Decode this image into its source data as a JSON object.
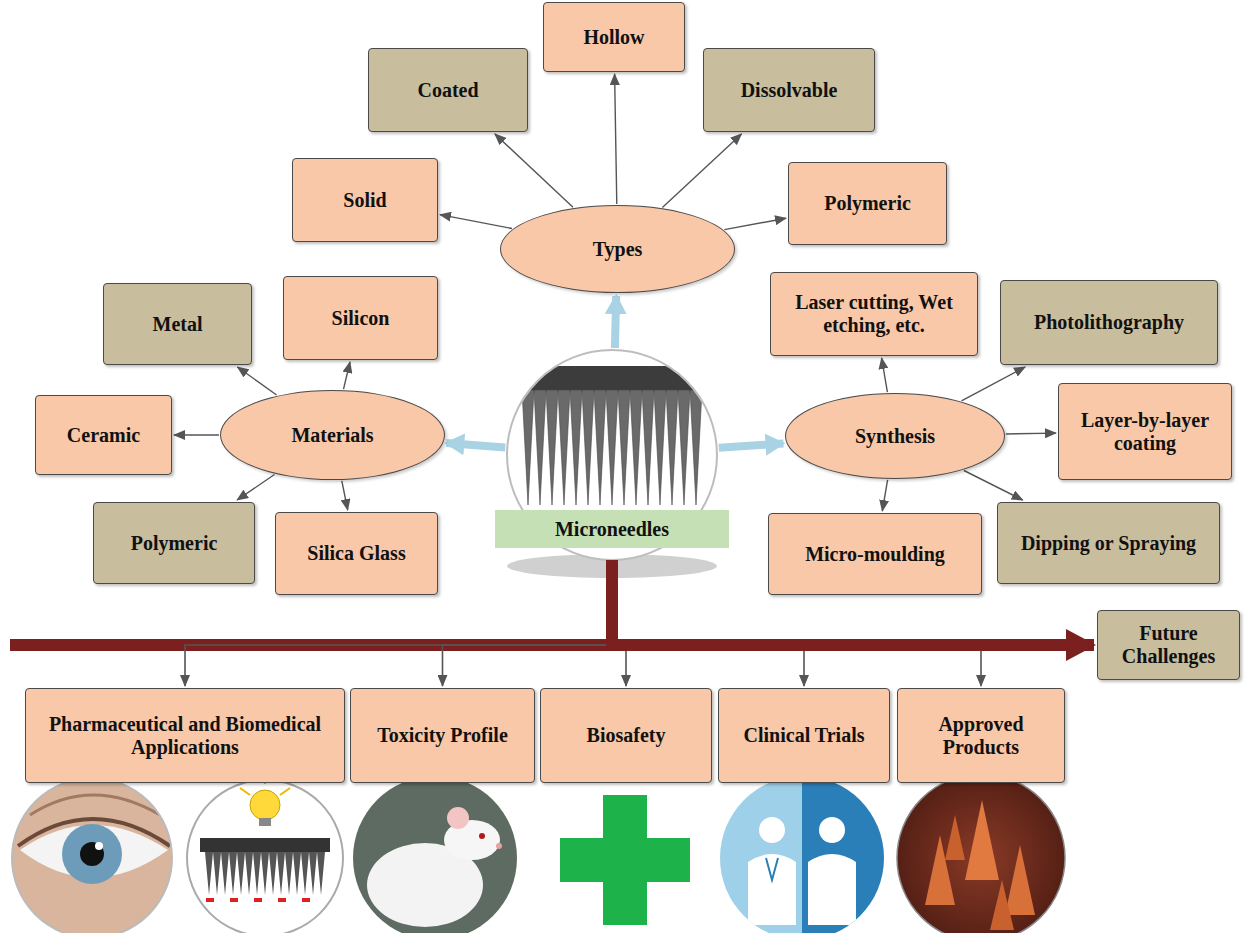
{
  "diagram": {
    "nodes": [
      {
        "text": [
          "Hollow"
        ]
      },
      {
        "text": [
          "Coated"
        ]
      },
      {
        "text": [
          "Dissolvable"
        ]
      },
      {
        "text": [
          "Solid"
        ]
      },
      {
        "text": [
          "Polymeric"
        ]
      },
      {
        "text": [
          "Types"
        ]
      },
      {
        "text": [
          "Metal"
        ]
      },
      {
        "text": [
          "Silicon"
        ]
      },
      {
        "text": [
          "Laser cutting, Wet etching, etc."
        ]
      },
      {
        "text": [
          "Photolithography"
        ]
      },
      {
        "text": [
          "Ceramic"
        ]
      },
      {
        "text": [
          "Materials"
        ]
      },
      {
        "text": [
          "Microneedles"
        ]
      },
      {
        "text": [
          "Synthesis"
        ]
      },
      {
        "text": [
          "Layer-by-layer coating"
        ]
      },
      {
        "text": [
          "Polymeric"
        ]
      },
      {
        "text": [
          "Silica Glass"
        ]
      },
      {
        "text": [
          "Micro-moulding"
        ]
      },
      {
        "text": [
          "Dipping or Spraying"
        ]
      },
      {
        "text": [
          "Future Challenges"
        ]
      },
      {
        "text": [
          "Pharmaceutical and Biomedical Applications"
        ]
      },
      {
        "text": [
          "Toxicity Profile"
        ]
      },
      {
        "text": [
          "Biosafety"
        ]
      },
      {
        "text": [
          "Clinical Trials"
        ]
      },
      {
        "text": [
          "Approved Products"
        ]
      }
    ],
    "edges": [
      {
        "from": 5,
        "to": 3,
        "arrow": "to"
      },
      {
        "from": 5,
        "to": 1,
        "arrow": "to"
      },
      {
        "from": 5,
        "to": 0,
        "arrow": "to"
      },
      {
        "from": 5,
        "to": 2,
        "arrow": "to"
      },
      {
        "from": 5,
        "to": 4,
        "arrow": "to"
      },
      {
        "from": 11,
        "to": 7,
        "arrow": "to"
      },
      {
        "from": 11,
        "to": 6,
        "arrow": "to"
      },
      {
        "from": 11,
        "to": 10,
        "arrow": "to"
      },
      {
        "from": 11,
        "to": 15,
        "arrow": "to"
      },
      {
        "from": 11,
        "to": 16,
        "arrow": "to"
      },
      {
        "from": 13,
        "to": 8,
        "arrow": "to"
      },
      {
        "from": 13,
        "to": 9,
        "arrow": "to"
      },
      {
        "from": 13,
        "to": 14,
        "arrow": "to"
      },
      {
        "from": 13,
        "to": 17,
        "arrow": "to"
      },
      {
        "from": 13,
        "to": 18,
        "arrow": "to"
      },
      {
        "from": 12,
        "to": 5,
        "arrow": "to"
      },
      {
        "from": 12,
        "to": 11,
        "arrow": "to"
      },
      {
        "from": 12,
        "to": 13,
        "arrow": "to"
      },
      {
        "from": 12,
        "to": 20,
        "arrow": "to"
      },
      {
        "from": 12,
        "to": 21,
        "arrow": "to"
      },
      {
        "from": 12,
        "to": 22,
        "arrow": "to"
      },
      {
        "from": 12,
        "to": 23,
        "arrow": "to"
      },
      {
        "from": 12,
        "to": 24,
        "arrow": "to"
      },
      {
        "from": 12,
        "to": 19,
        "arrow": "to"
      }
    ]
  }
}
